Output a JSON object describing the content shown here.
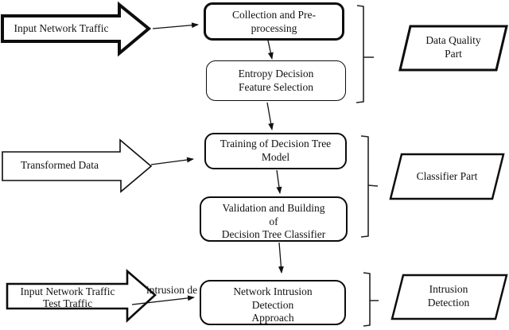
{
  "canvas": {
    "background_color": "#ffffff",
    "line_color": "#0d0d0d"
  },
  "block_arrows": {
    "top": {
      "label": "Input Network Traffic"
    },
    "middle": {
      "label": "Transformed Data"
    },
    "bottom": {
      "label": "Input Network Traffic\nTest Traffic"
    }
  },
  "boxes": {
    "collection": {
      "label": "Collection and Pre-\nprocessing"
    },
    "entropy": {
      "label": "Entropy Decision\nFeature Selection"
    },
    "training": {
      "label": "Training of Decision Tree\nModel"
    },
    "validation": {
      "label": "Validation and Building\nof\nDecision Tree Classifier"
    },
    "network": {
      "label": "Network Intrusion\nDetection\nApproach"
    }
  },
  "stage_labels": {
    "data_quality": {
      "label": "Data Quality\nPart"
    },
    "classifier": {
      "label": "Classifier Part"
    },
    "intrusion": {
      "label": "Intrusion\nDetection"
    }
  },
  "annotations": {
    "connector_label": "intrusion de"
  }
}
